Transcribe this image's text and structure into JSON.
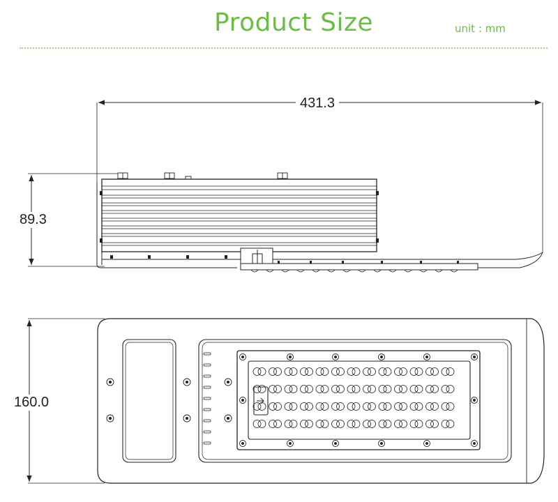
{
  "header": {
    "title": "Product Size",
    "unit": "unit : mm"
  },
  "dimensions": {
    "width": "431.3",
    "height": "89.3",
    "depth": "160.0"
  },
  "colors": {
    "accent": "#6cbd45",
    "divider": "#a9d68c",
    "line": "#222222"
  }
}
